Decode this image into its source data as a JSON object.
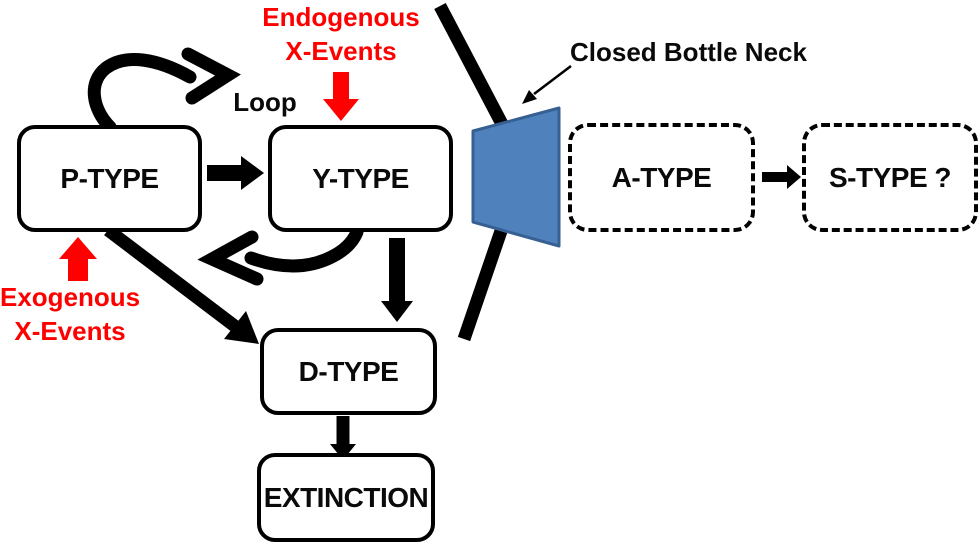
{
  "colors": {
    "background": "#ffffff",
    "node_border": "#000000",
    "arrow_black": "#000000",
    "event_red": "#ff0000",
    "bottleneck_fill": "#4f81bd",
    "bottleneck_stroke": "#376092"
  },
  "nodes": {
    "p": {
      "label": "P-TYPE",
      "style": "solid"
    },
    "y": {
      "label": "Y-TYPE",
      "style": "solid"
    },
    "d": {
      "label": "D-TYPE",
      "style": "solid"
    },
    "extinction": {
      "label": "EXTINCTION",
      "style": "solid"
    },
    "a": {
      "label": "A-TYPE",
      "style": "dashed"
    },
    "s": {
      "label": "S-TYPE ?",
      "style": "dashed"
    }
  },
  "labels": {
    "loop": "Loop",
    "endogenous": {
      "line1": "Endogenous",
      "line2": "X-Events"
    },
    "exogenous": {
      "line1": "Exogenous",
      "line2": "X-Events"
    },
    "bottleneck": "Closed Bottle Neck"
  }
}
